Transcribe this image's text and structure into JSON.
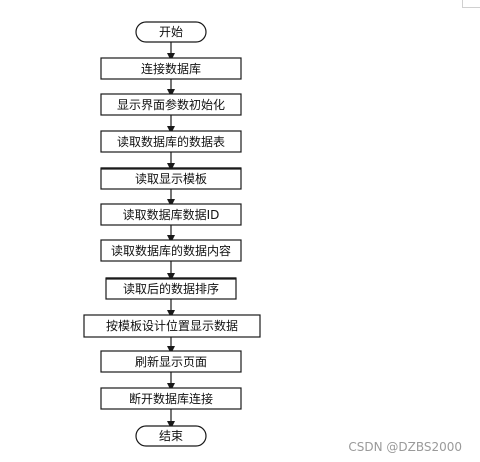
{
  "flowchart": {
    "start_label": "开始",
    "end_label": "结束",
    "steps": [
      "连接数据库",
      "显示界面参数初始化",
      "读取数据库的数据表",
      "读取显示模板",
      "读取数据库数据ID",
      "读取数据库的数据内容",
      "读取后的数据排序",
      "按模板设计位置显示数据",
      "刷新显示页面",
      "断开数据库连接"
    ]
  },
  "watermark": "CSDN @DZBS2000",
  "colors": {
    "stroke": "#1a1a1a",
    "fill": "#ffffff",
    "text": "#111111",
    "watermark": "#9a9a9a"
  }
}
